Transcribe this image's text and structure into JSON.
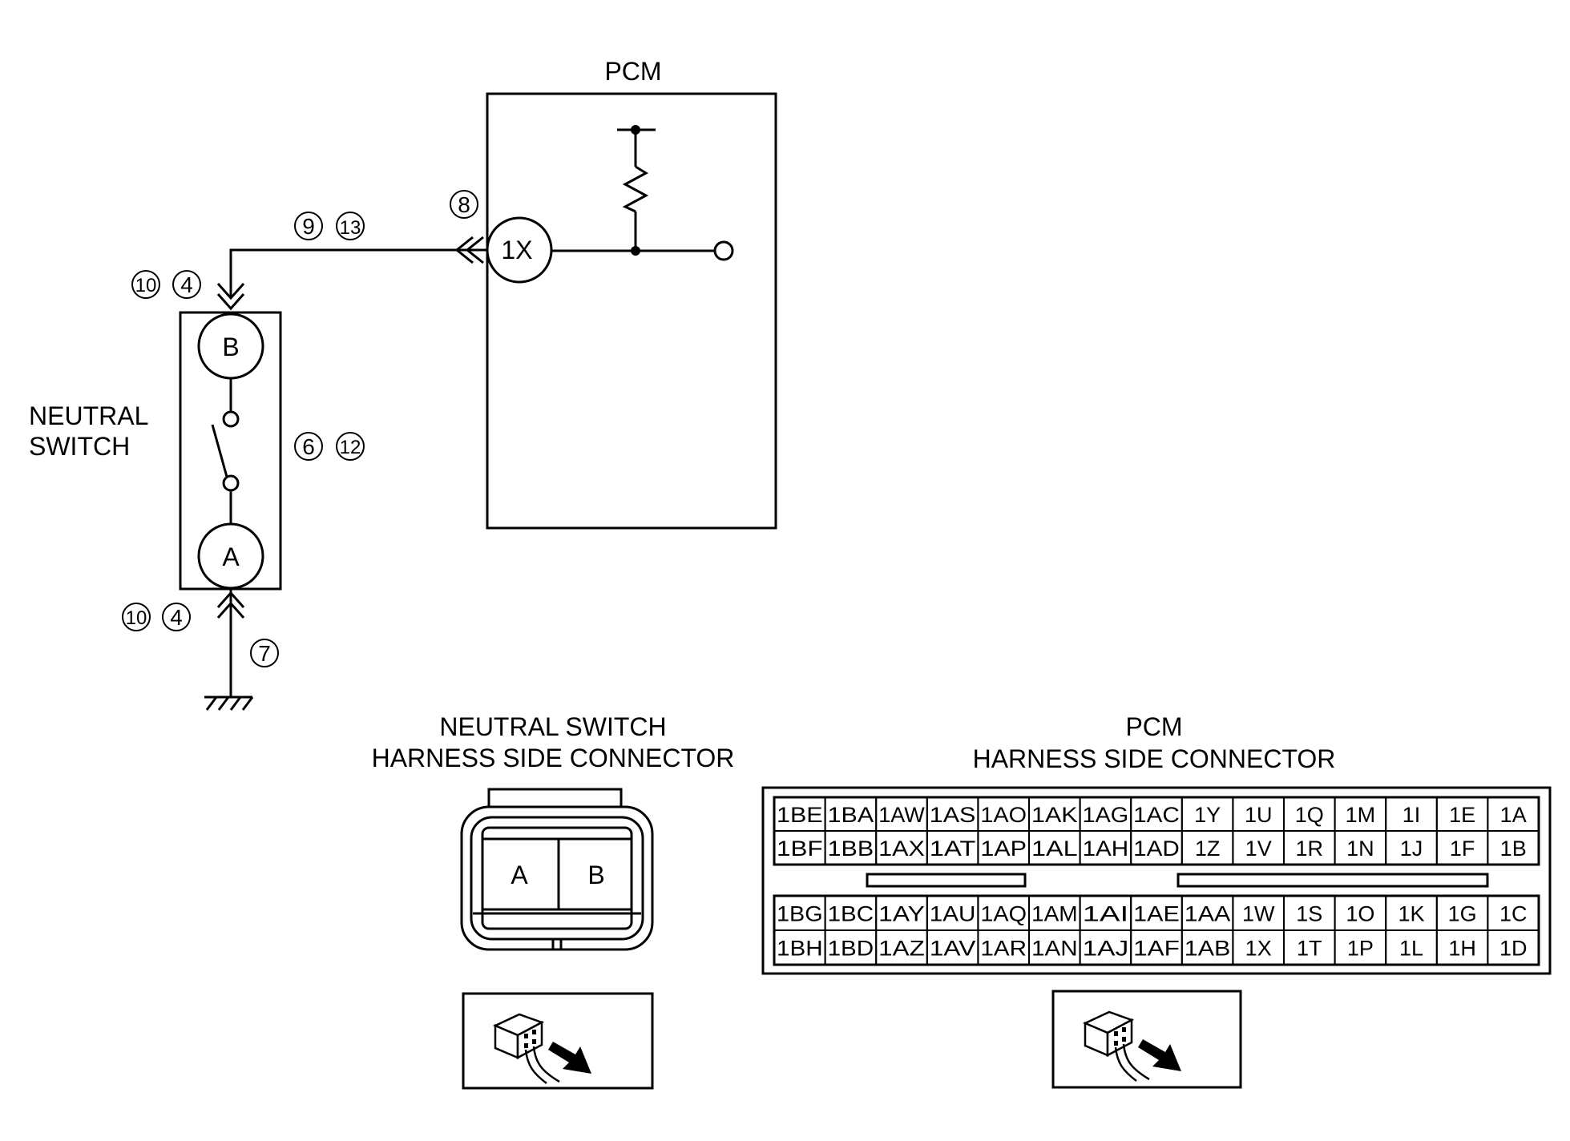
{
  "pcm_label": "PCM",
  "pcm_terminal": "1X",
  "neutral_switch_label": [
    "NEUTRAL",
    "SWITCH"
  ],
  "neutral_switch_terminals": {
    "b": "B",
    "a": "A"
  },
  "callouts": {
    "c8": "8",
    "c9": "9",
    "c13": "13",
    "c10_top": "10",
    "c4_top": "4",
    "c6": "6",
    "c12": "12",
    "c10_bottom": "10",
    "c4_bottom": "4",
    "c7": "7"
  },
  "neutral_connector": {
    "title": [
      "NEUTRAL SWITCH",
      "HARNESS SIDE CONNECTOR"
    ],
    "pins": [
      "A",
      "B"
    ]
  },
  "pcm_connector": {
    "title": [
      "PCM",
      "HARNESS SIDE CONNECTOR"
    ],
    "upper_rows": [
      [
        "1BE",
        "1BA",
        "1AW",
        "1AS",
        "1AO",
        "1AK",
        "1AG",
        "1AC",
        "1Y",
        "1U",
        "1Q",
        "1M",
        "1I",
        "1E",
        "1A"
      ],
      [
        "1BF",
        "1BB",
        "1AX",
        "1AT",
        "1AP",
        "1AL",
        "1AH",
        "1AD",
        "1Z",
        "1V",
        "1R",
        "1N",
        "1J",
        "1F",
        "1B"
      ]
    ],
    "lower_rows": [
      [
        "1BG",
        "1BC",
        "1AY",
        "1AU",
        "1AQ",
        "1AM",
        "1AI",
        "1AE",
        "1AA",
        "1W",
        "1S",
        "1O",
        "1K",
        "1G",
        "1C"
      ],
      [
        "1BH",
        "1BD",
        "1AZ",
        "1AV",
        "1AR",
        "1AN",
        "1AJ",
        "1AF",
        "1AB",
        "1X",
        "1T",
        "1P",
        "1L",
        "1H",
        "1D"
      ]
    ]
  },
  "icons": {
    "neutral_view": "harness-side-connector-view-icon",
    "pcm_view": "harness-side-connector-view-icon"
  }
}
